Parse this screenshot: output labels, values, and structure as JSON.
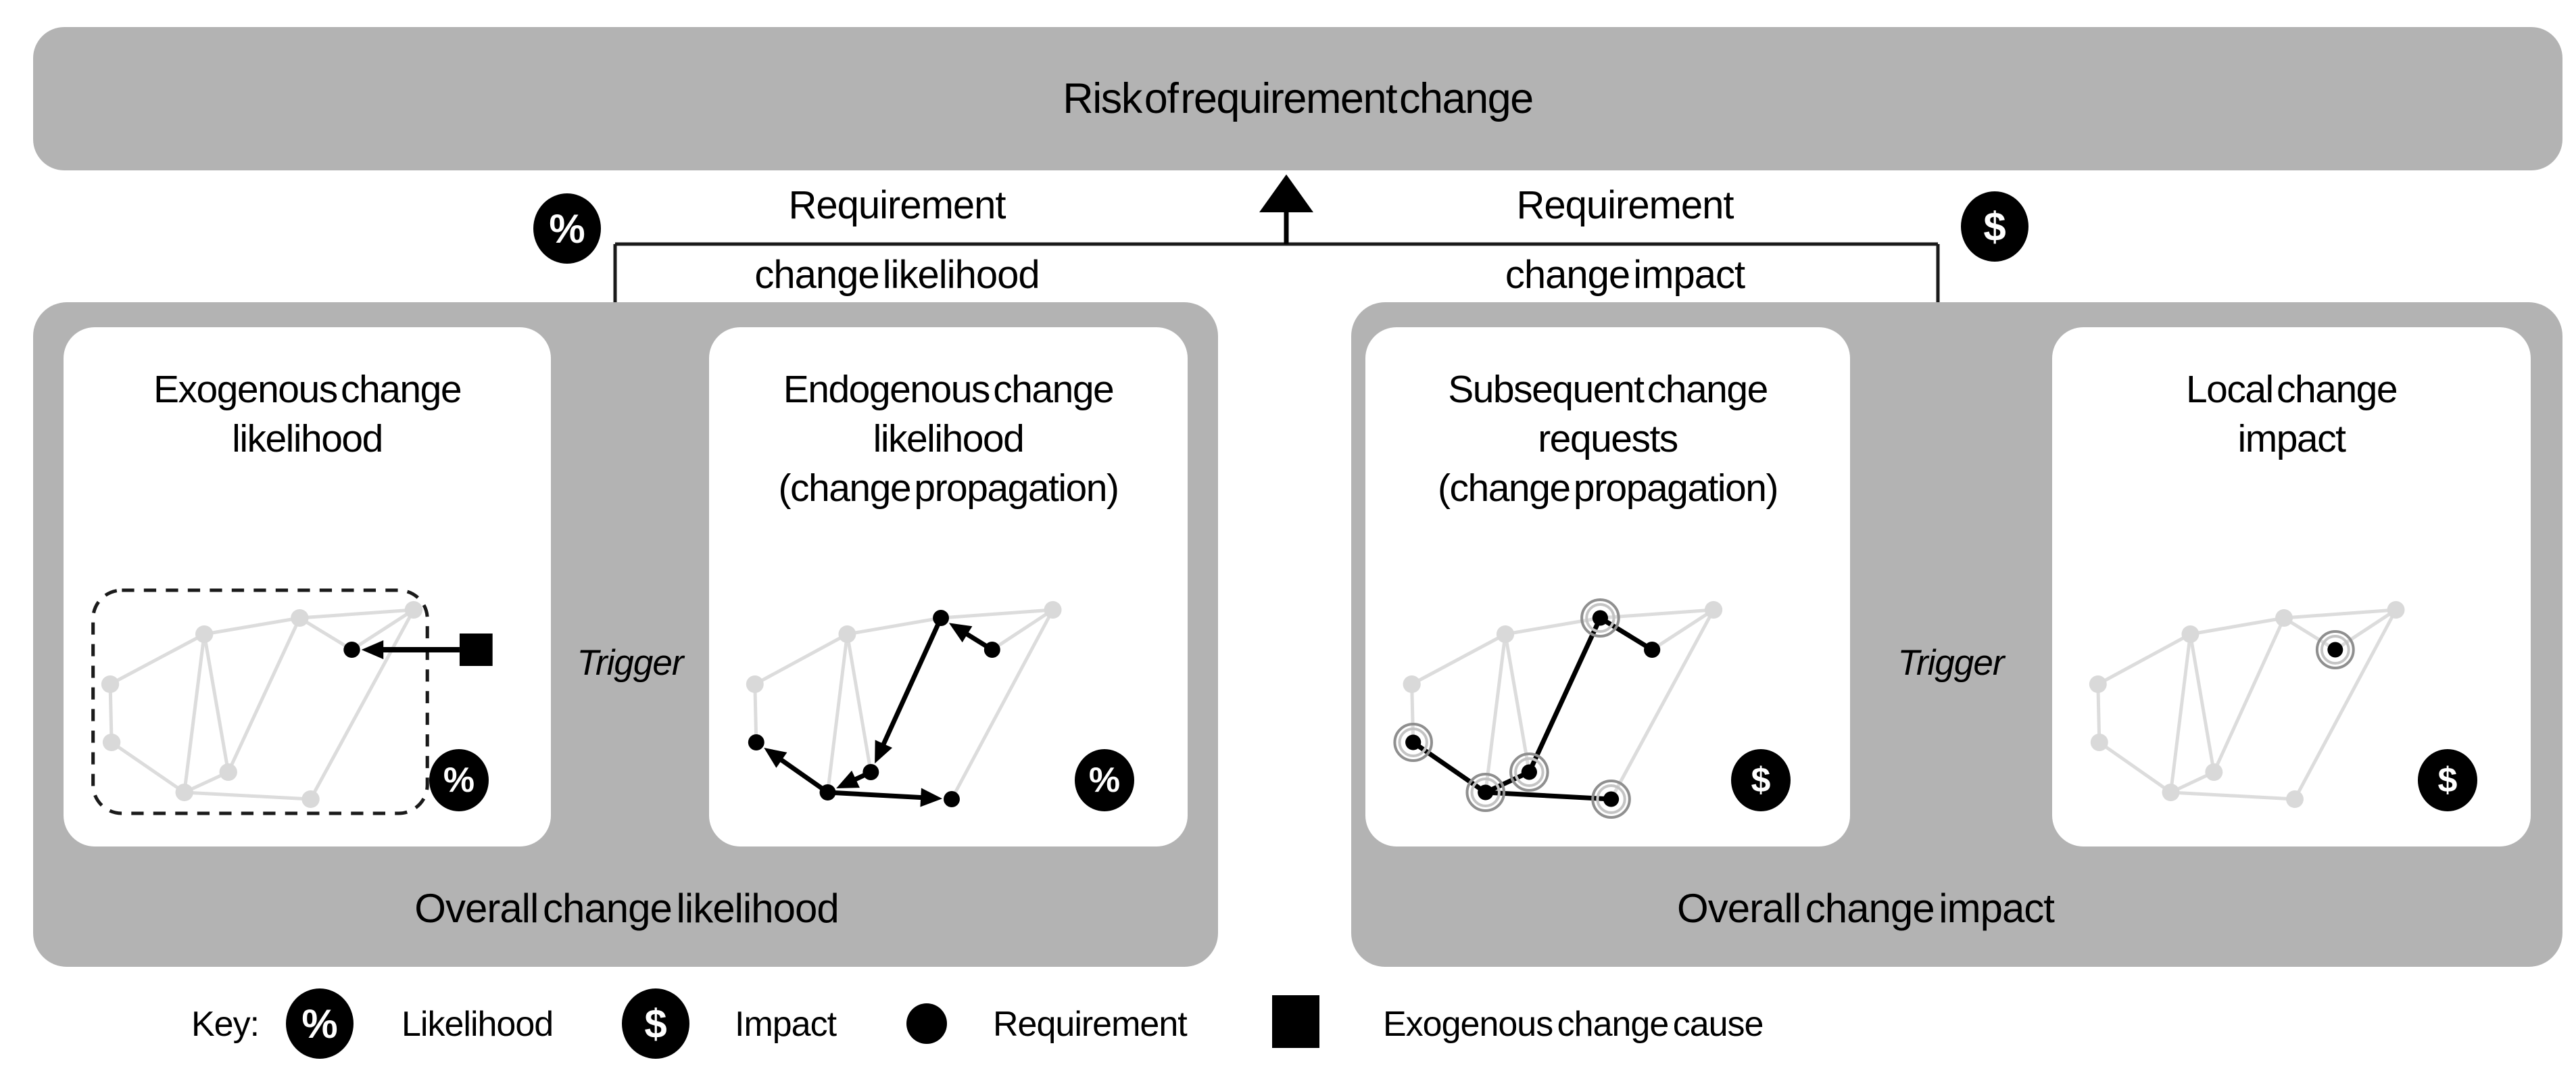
{
  "banner": {
    "title": "Risk of requirement change"
  },
  "connector": {
    "likelihood_label": "Requirement\nchange likelihood",
    "impact_label": "Requirement\nchange impact"
  },
  "symbols": {
    "percent": "%",
    "dollar": "$"
  },
  "likelihood_group": {
    "overall_label": "Overall change likelihood",
    "trigger_label": "Trigger",
    "cards": {
      "exogenous": {
        "title": "Exogenous change\nlikelihood"
      },
      "endogenous": {
        "title": "Endogenous change\nlikelihood\n(change propagation)"
      }
    }
  },
  "impact_group": {
    "overall_label": "Overall change impact",
    "trigger_label": "Trigger",
    "cards": {
      "subsequent": {
        "title": "Subsequent change\nrequests\n(change propagation)"
      },
      "local": {
        "title": "Local change\nimpact"
      }
    }
  },
  "key": {
    "label": "Key:",
    "items": [
      {
        "icon": "percent-badge",
        "label": "Likelihood"
      },
      {
        "icon": "dollar-badge",
        "label": "Impact"
      },
      {
        "icon": "requirement-dot",
        "label": "Requirement"
      },
      {
        "icon": "exogenous-square",
        "label": "Exogenous change cause"
      }
    ]
  },
  "colors": {
    "container_gray": "#b3b3b3",
    "card_white": "#ffffff",
    "graph_gray_node": "#d9d9d9",
    "graph_gray_edge": "#dcdcdc",
    "black": "#000000"
  },
  "graphs": {
    "node_positions": {
      "n1": [
        344,
        430
      ],
      "n2": [
        510,
        418
      ],
      "n3": [
        205,
        454
      ],
      "n4": [
        68,
        528
      ],
      "n5": [
        70,
        614
      ],
      "n6": [
        176,
        688
      ],
      "n7": [
        240,
        658
      ],
      "n8": [
        360,
        698
      ],
      "n9": [
        420,
        477
      ]
    },
    "base_edges": [
      [
        "n3",
        "n1"
      ],
      [
        "n1",
        "n2"
      ],
      [
        "n1",
        "n9"
      ],
      [
        "n2",
        "n9"
      ],
      [
        "n2",
        "n8"
      ],
      [
        "n3",
        "n4"
      ],
      [
        "n3",
        "n6"
      ],
      [
        "n3",
        "n7"
      ],
      [
        "n4",
        "n5"
      ],
      [
        "n5",
        "n6"
      ],
      [
        "n6",
        "n7"
      ],
      [
        "n6",
        "n8"
      ],
      [
        "n1",
        "n7"
      ]
    ],
    "propagation_path": [
      [
        "n9",
        "n1"
      ],
      [
        "n1",
        "n7"
      ],
      [
        "n7",
        "n6"
      ],
      [
        "n6",
        "n5"
      ],
      [
        "n6",
        "n8"
      ]
    ],
    "square_pos": [
      601,
      477
    ],
    "dashed_box": [
      43,
      389,
      487,
      330
    ],
    "views": {
      "exogenous": {
        "black_nodes": [
          "n9"
        ],
        "halo_nodes": [],
        "show_propagation": false,
        "show_arrows": false,
        "dashed_box": true,
        "exogenous_square": true
      },
      "endogenous": {
        "black_nodes": [
          "n1",
          "n5",
          "n6",
          "n7",
          "n8",
          "n9"
        ],
        "halo_nodes": [],
        "show_propagation": true,
        "show_arrows": true,
        "dashed_box": false,
        "exogenous_square": false
      },
      "subsequent": {
        "black_nodes": [
          "n9"
        ],
        "halo_nodes": [
          "n1",
          "n5",
          "n6",
          "n7",
          "n8"
        ],
        "show_propagation": true,
        "show_arrows": false,
        "dashed_box": false,
        "exogenous_square": false
      },
      "local": {
        "black_nodes": [],
        "halo_nodes": [
          "n9"
        ],
        "show_propagation": false,
        "show_arrows": false,
        "dashed_box": false,
        "exogenous_square": false
      }
    }
  }
}
